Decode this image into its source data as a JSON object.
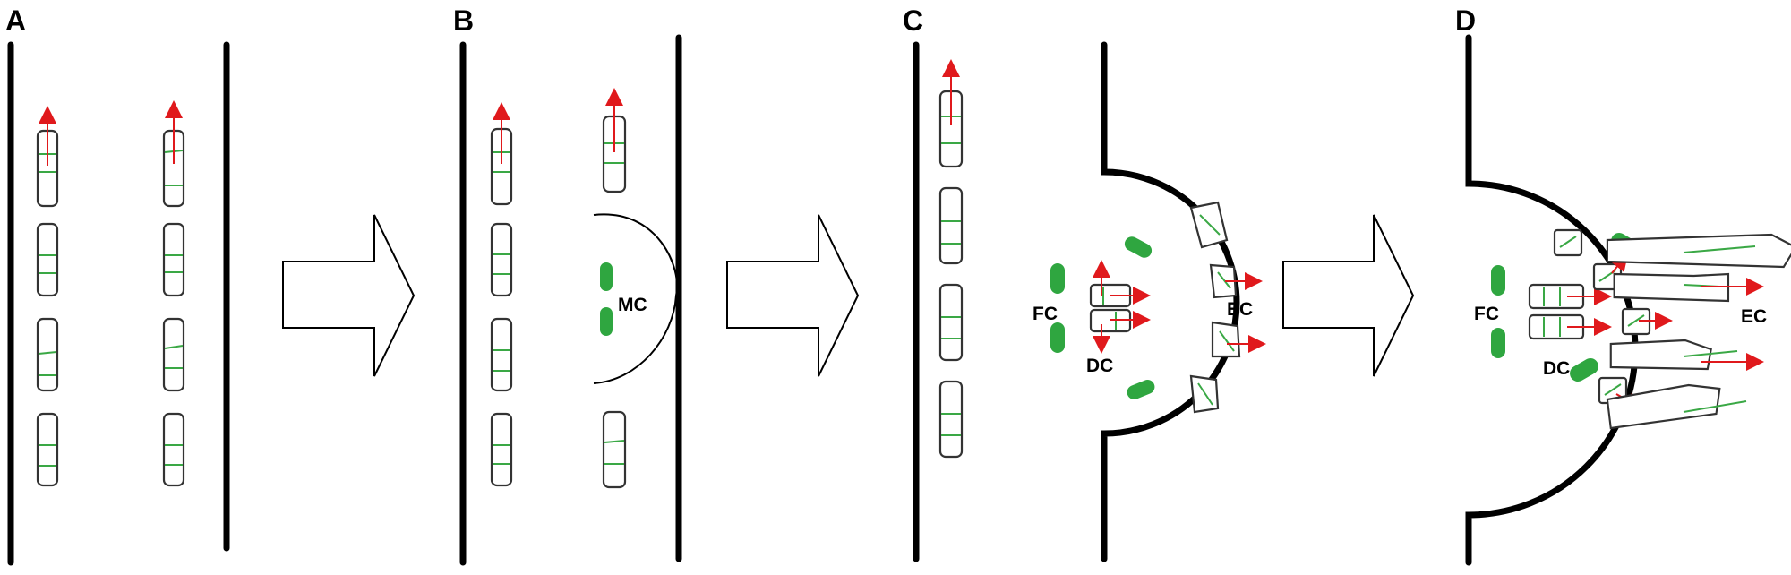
{
  "panels": {
    "a": {
      "letter": "A"
    },
    "b": {
      "letter": "B",
      "label_mc": "MC"
    },
    "c": {
      "letter": "C",
      "label_fc": "FC",
      "label_dc": "DC",
      "label_ec": "EC"
    },
    "d": {
      "letter": "D",
      "label_fc": "FC",
      "label_dc": "DC",
      "label_ec": "EC"
    }
  },
  "colors": {
    "wall": "#000000",
    "cell_outline": "#333333",
    "cell_band": "#3aa845",
    "cell_body": "#2fa640",
    "polarity_arrow": "#e0191c"
  },
  "icons": [
    "right-arrow-icon",
    "polarity-arrow-icon"
  ]
}
